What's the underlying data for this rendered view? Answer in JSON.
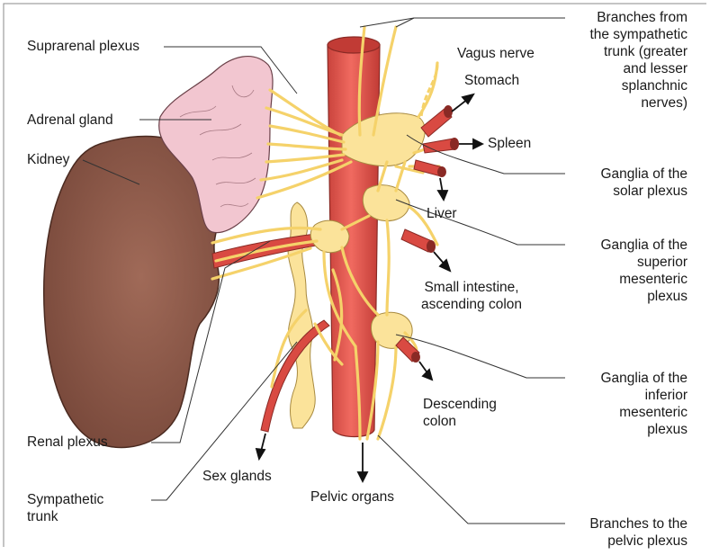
{
  "labels": {
    "suprarenal_plexus": "Suprarenal plexus",
    "adrenal_gland": "Adrenal gland",
    "kidney": "Kidney",
    "renal_plexus": "Renal plexus",
    "sympathetic_trunk": [
      "Sympathetic",
      "trunk"
    ],
    "sex_glands": "Sex glands",
    "pelvic_organs": "Pelvic organs",
    "vagus_nerve": "Vagus nerve",
    "stomach": "Stomach",
    "spleen": "Spleen",
    "liver": "Liver",
    "small_intestine": [
      "Small intestine,",
      "ascending colon"
    ],
    "descending_colon": [
      "Descending",
      "colon"
    ],
    "branches_sympathetic": [
      "Branches from",
      "the sympathetic",
      "trunk (greater",
      "and lesser",
      "splanchnic",
      "nerves)"
    ],
    "ganglia_solar": [
      "Ganglia of the",
      "solar plexus"
    ],
    "ganglia_superior": [
      "Ganglia of the",
      "superior",
      "mesenteric",
      "plexus"
    ],
    "ganglia_inferior": [
      "Ganglia of the",
      "inferior",
      "mesenteric",
      "plexus"
    ],
    "branches_pelvic": [
      "Branches to the",
      "pelvic plexus"
    ]
  },
  "colors": {
    "kidney": "#8b5a4a",
    "adrenal": "#f2c6d0",
    "aorta": "#e0574f",
    "nerve": "#fbe39a",
    "ganglia": "#ecd27a",
    "vessel": "#d94a42"
  }
}
